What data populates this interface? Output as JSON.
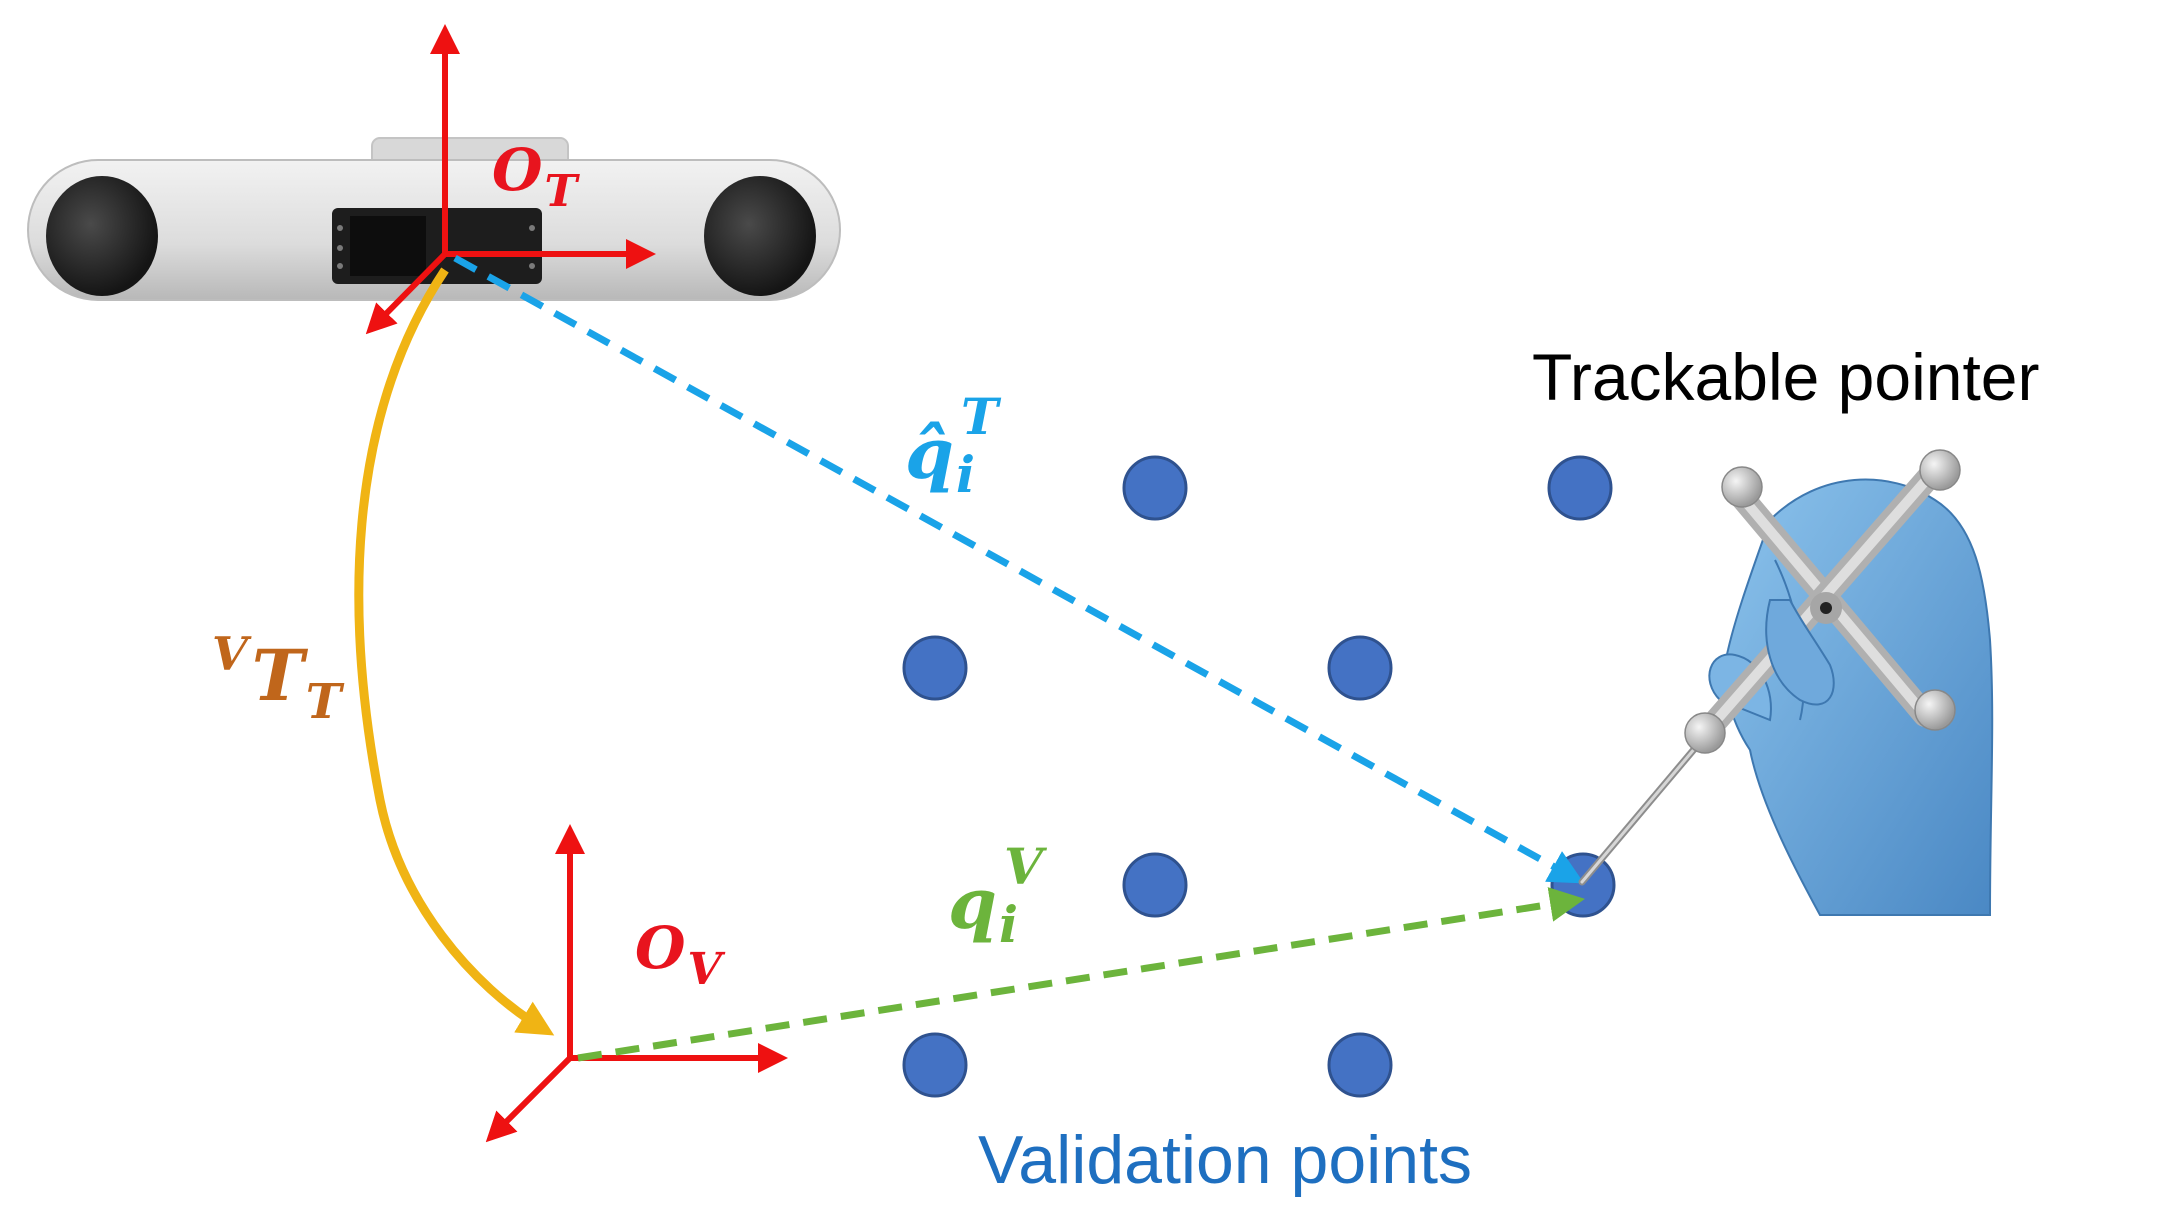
{
  "labels": {
    "tracker_frame": {
      "main": "O",
      "sub": "T"
    },
    "validation_frame": {
      "main": "O",
      "sub": "V"
    },
    "transform": {
      "pre_sup": "V",
      "main": "T",
      "sub": "T"
    },
    "tracked_point": {
      "main": "q̂",
      "sub": "i",
      "sup": "T"
    },
    "phantom_point": {
      "main": "q",
      "sub": "i",
      "sup": "V"
    },
    "pointer_caption": "Trackable pointer",
    "points_caption": "Validation points"
  },
  "colors": {
    "axis": "#ee1111",
    "frame_label": "#e8141e",
    "transform_arrow": "#f0b414",
    "transform_label": "#c0661b",
    "tracked_vector": "#1aa3e8",
    "phantom_vector": "#6cb43c",
    "point_fill": "#4472c4",
    "points_caption": "#1e6fc0",
    "pointer_caption": "#000000",
    "glove": "#5b9bd5",
    "tracker_body": "#dcdcdc"
  },
  "icons": {
    "tracker": "optical-tracker-icon",
    "pointer": "trackable-pointer-hand-icon"
  }
}
